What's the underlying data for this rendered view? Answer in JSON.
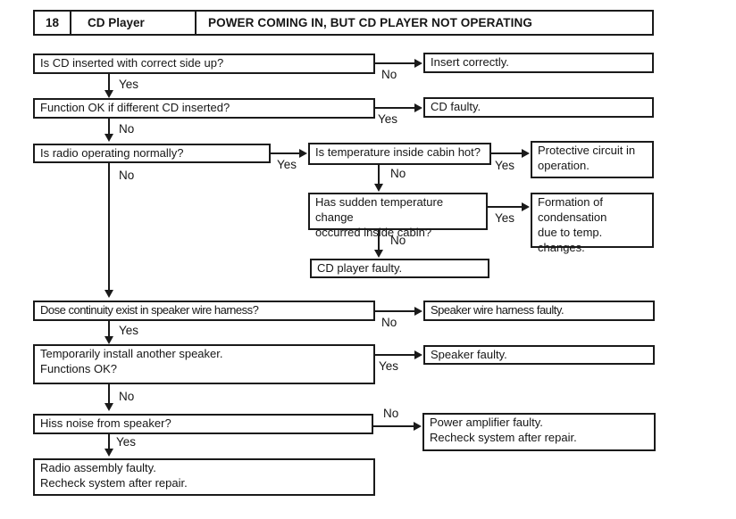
{
  "header": {
    "number": "18",
    "system": "CD Player",
    "title": "POWER COMING IN, BUT CD PLAYER NOT OPERATING"
  },
  "labels": {
    "yes": "Yes",
    "no": "No"
  },
  "boxes": {
    "q_cd_inserted": "Is CD inserted with correct side up?",
    "r_insert_correctly": "Insert correctly.",
    "q_different_cd": "Function OK if different CD inserted?",
    "r_cd_faulty": "CD faulty.",
    "q_radio_normal": "Is radio operating normally?",
    "q_cabin_hot": "Is temperature inside cabin hot?",
    "r_protective_circuit": "Protective circuit in\noperation.",
    "q_sudden_temp_change": "Has sudden temperature change\noccurred inside cabin?",
    "r_condensation": "Formation of\ncondensation\ndue to temp. changes.",
    "r_cd_player_faulty": "CD player faulty.",
    "q_speaker_harness_continuity": "Dose continuity exist in speaker wire harness?",
    "r_harness_faulty": "Speaker wire harness faulty.",
    "q_install_another_speaker": "Temporarily install another speaker.\nFunctions OK?",
    "r_speaker_faulty": "Speaker faulty.",
    "q_hiss_noise": "Hiss noise from speaker?",
    "r_power_amplifier": "Power amplifier faulty.\nRecheck system after repair.",
    "r_radio_assembly": "Radio assembly faulty.\nRecheck system after repair."
  }
}
